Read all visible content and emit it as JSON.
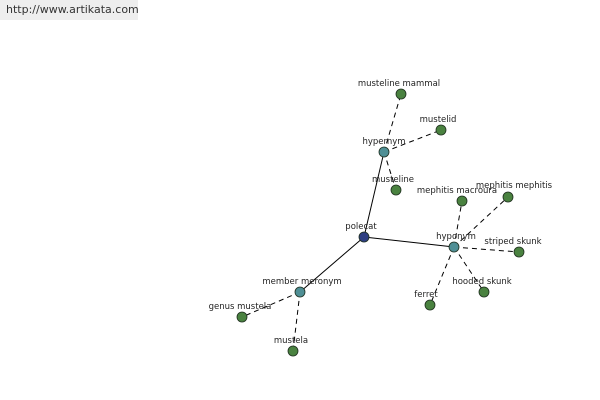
{
  "header": {
    "url": "http://www.artikata.com"
  },
  "graph": {
    "colors": {
      "root": "#2e3f82",
      "relation": "#4f8f95",
      "leaf": "#4a8240",
      "edge": "#000000"
    },
    "nodes": [
      {
        "id": "polecat",
        "label": "polecat",
        "kind": "root"
      },
      {
        "id": "hypernym",
        "label": "hypernym",
        "kind": "relation"
      },
      {
        "id": "hyponym",
        "label": "hyponym",
        "kind": "relation"
      },
      {
        "id": "member_meronym",
        "label": "member meronym",
        "kind": "relation"
      },
      {
        "id": "musteline_mammal",
        "label": "musteline mammal",
        "kind": "leaf"
      },
      {
        "id": "mustelid",
        "label": "mustelid",
        "kind": "leaf"
      },
      {
        "id": "musteline",
        "label": "musteline",
        "kind": "leaf"
      },
      {
        "id": "mephitis_macroura",
        "label": "mephitis macroura",
        "kind": "leaf"
      },
      {
        "id": "mephitis_mephitis",
        "label": "mephitis mephitis",
        "kind": "leaf"
      },
      {
        "id": "striped_skunk",
        "label": "striped skunk",
        "kind": "leaf"
      },
      {
        "id": "hooded_skunk",
        "label": "hooded skunk",
        "kind": "leaf"
      },
      {
        "id": "ferret",
        "label": "ferret",
        "kind": "leaf"
      },
      {
        "id": "genus_mustela",
        "label": "genus mustela",
        "kind": "leaf"
      },
      {
        "id": "mustela",
        "label": "mustela",
        "kind": "leaf"
      }
    ],
    "edges": [
      {
        "from": "polecat",
        "to": "hypernym",
        "style": "solid"
      },
      {
        "from": "polecat",
        "to": "hyponym",
        "style": "solid"
      },
      {
        "from": "polecat",
        "to": "member_meronym",
        "style": "solid"
      },
      {
        "from": "hypernym",
        "to": "musteline_mammal",
        "style": "dashed"
      },
      {
        "from": "hypernym",
        "to": "mustelid",
        "style": "dashed"
      },
      {
        "from": "hypernym",
        "to": "musteline",
        "style": "dashed"
      },
      {
        "from": "hyponym",
        "to": "mephitis_macroura",
        "style": "dashed"
      },
      {
        "from": "hyponym",
        "to": "mephitis_mephitis",
        "style": "dashed"
      },
      {
        "from": "hyponym",
        "to": "striped_skunk",
        "style": "dashed"
      },
      {
        "from": "hyponym",
        "to": "hooded_skunk",
        "style": "dashed"
      },
      {
        "from": "hyponym",
        "to": "ferret",
        "style": "dashed"
      },
      {
        "from": "member_meronym",
        "to": "genus_mustela",
        "style": "dashed"
      },
      {
        "from": "member_meronym",
        "to": "mustela",
        "style": "dashed"
      }
    ]
  }
}
